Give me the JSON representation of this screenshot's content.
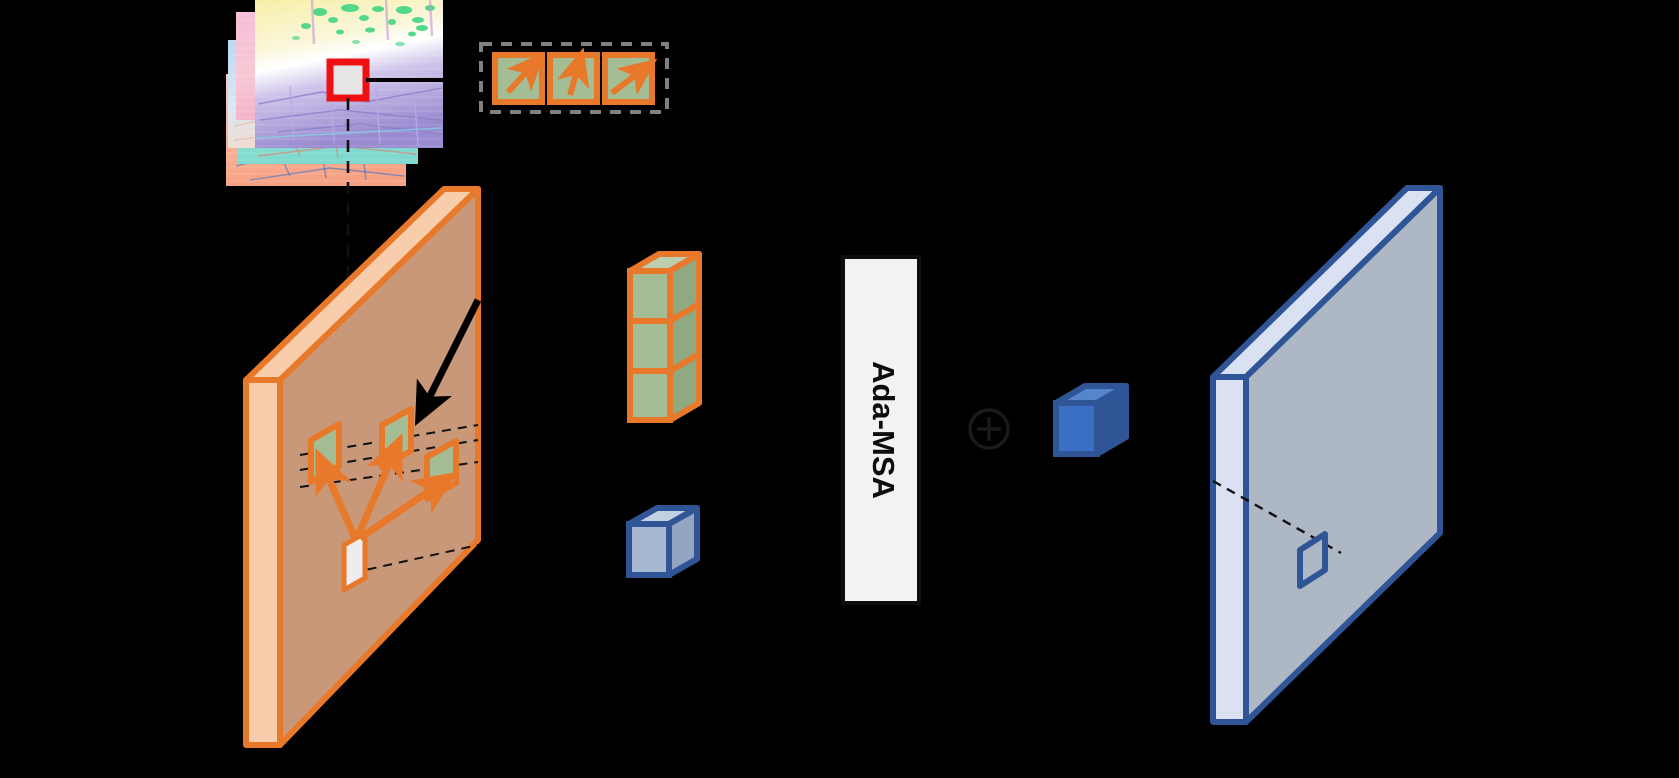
{
  "figure": {
    "title": "Ada-MSA adaptive motion self-attention module diagram",
    "background_color": "#000000"
  },
  "palette": {
    "orange_stroke": "#E8792B",
    "orange_light_face": "#F7CDAC",
    "orange_mid_face": "#C99878",
    "green_face": "#A4BD95",
    "green_top_face": "#BCCDB0",
    "green_side_face": "#8FA981",
    "blue_stroke": "#2F5597",
    "blue_pale_face": "#A7B8D2",
    "blue_top_face": "#C3D0E4",
    "blue_plane_face": "#AEB7C4",
    "blue_plane_edge_face": "#D9E1F2",
    "blue_cube_face": "#3B6FC4",
    "blue_cube_top": "#5585CC",
    "blue_cube_side": "#2F5597",
    "red_roi": "#EE1111",
    "dashed_gray": "#808080",
    "module_fill": "#F2F2F2",
    "module_stroke": "#0D0D0D",
    "arrow_black": "#000000",
    "white_patch": "#EDEDED"
  },
  "input_stack": {
    "name": "event-flow-image-stack",
    "layers": [
      {
        "id": "layer-1",
        "tint": "#F6C9AE",
        "label": ""
      },
      {
        "id": "layer-2",
        "tint": "#9FE3D8",
        "label": ""
      },
      {
        "id": "layer-3",
        "tint": "#F1B9D6",
        "label": ""
      },
      {
        "id": "layer-4",
        "tint": "#BFD9F2",
        "label": ""
      },
      {
        "id": "layer-top",
        "tint": "#F5EFA8",
        "label": ""
      }
    ],
    "roi": {
      "label": "",
      "border_color": "#EE1111",
      "fill_color": "#E6E6E6"
    }
  },
  "patch_group": {
    "name": "sampled-motion-patches",
    "container_style": "dashed",
    "patches": [
      {
        "id": "patch-1",
        "arrow_direction": "up-right",
        "angle_deg": -45
      },
      {
        "id": "patch-2",
        "arrow_direction": "up",
        "angle_deg": -78
      },
      {
        "id": "patch-3",
        "arrow_direction": "up-right-shallow",
        "angle_deg": -30
      }
    ]
  },
  "feature_plane_left": {
    "name": "source-feature-plane",
    "label": "",
    "patch_count": 3,
    "reference_point_label": "",
    "offset_arrow_count": 3
  },
  "token_stack": {
    "name": "sampled-token-stack",
    "label": "",
    "count": 3
  },
  "query_cube": {
    "name": "query-token-cube",
    "label": ""
  },
  "module": {
    "name": "ada-msa-module",
    "label": "Ada-MSA"
  },
  "residual": {
    "name": "residual-add",
    "symbol": "+",
    "label": ""
  },
  "output_cube": {
    "name": "output-token-cube",
    "label": ""
  },
  "feature_plane_right": {
    "name": "output-feature-plane",
    "label": "",
    "highlight_label": ""
  }
}
